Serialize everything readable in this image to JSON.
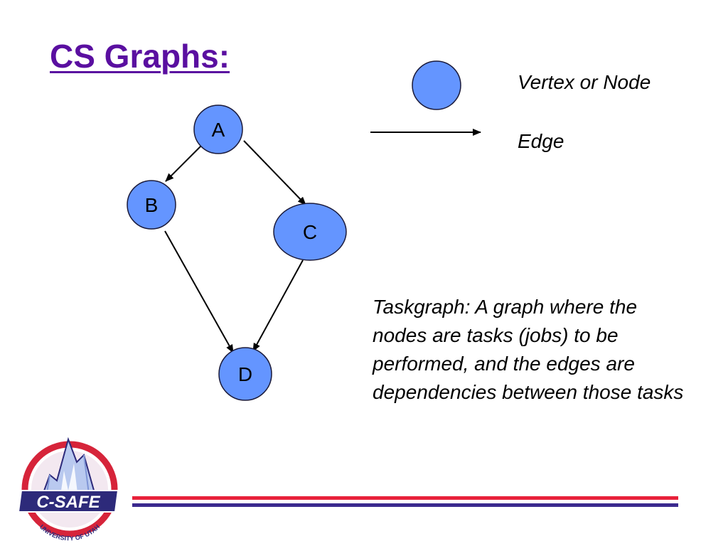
{
  "slide": {
    "title": "CS Graphs:"
  },
  "legend": {
    "vertex_label": "Vertex or Node",
    "edge_label": "Edge"
  },
  "diagram": {
    "nodes": [
      {
        "id": "A",
        "label": "A"
      },
      {
        "id": "B",
        "label": "B"
      },
      {
        "id": "C",
        "label": "C"
      },
      {
        "id": "D",
        "label": "D"
      }
    ],
    "edges": [
      {
        "from": "A",
        "to": "B"
      },
      {
        "from": "A",
        "to": "C"
      },
      {
        "from": "B",
        "to": "D"
      },
      {
        "from": "C",
        "to": "D"
      }
    ]
  },
  "caption": "Taskgraph: A graph where the nodes are tasks (jobs) to be performed, and the edges are dependencies between those tasks",
  "logo": {
    "name": "C-SAFE",
    "subtitle": "UNIVERSITY OF UTAH"
  },
  "colors": {
    "title": "#5a0fa0",
    "node_fill": "#6495ff",
    "node_stroke": "#1a1a3a",
    "rule_red": "#e8213a",
    "rule_blue": "#3b2a8e",
    "logo_red": "#d6243a",
    "logo_navy": "#2d2a7a"
  }
}
